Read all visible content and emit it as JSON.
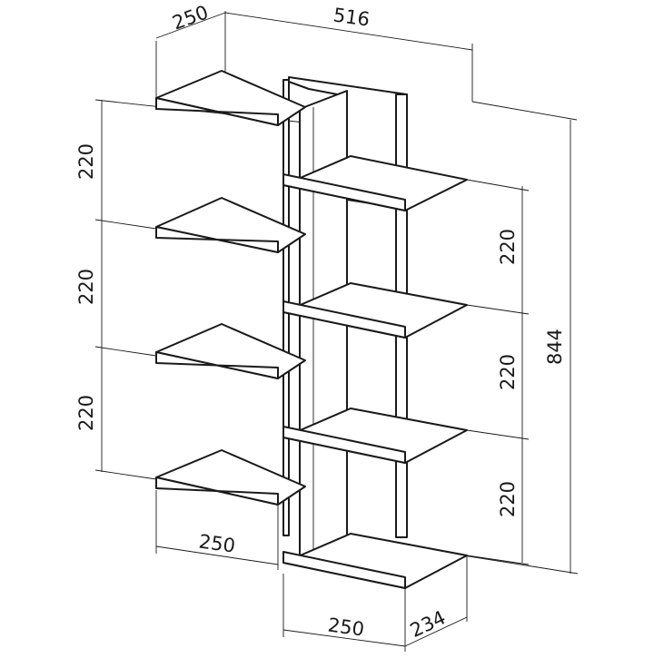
{
  "diagram": {
    "subject": "corner shelf unit dimension drawing",
    "dimensions": {
      "top_depth": "250",
      "overall_width": "516",
      "overall_height": "844",
      "left_spacing_1": "220",
      "left_spacing_2": "220",
      "left_spacing_3": "220",
      "right_spacing_1": "220",
      "right_spacing_2": "220",
      "right_spacing_3": "220",
      "left_shelf_width": "250",
      "bottom_shelf_width": "250",
      "bottom_shelf_depth": "234"
    },
    "colors": {
      "line": "#1a1a1a",
      "background": "#ffffff"
    }
  }
}
